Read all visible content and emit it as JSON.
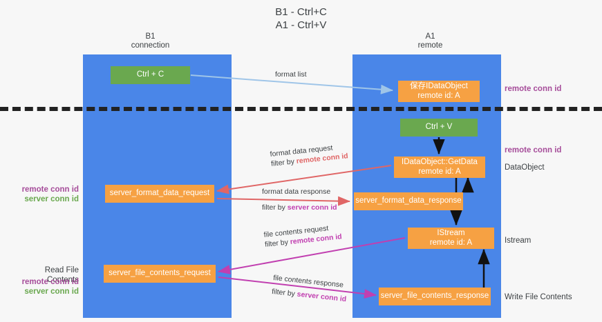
{
  "title": {
    "line1": "B1 - Ctrl+C",
    "line2": "A1 - Ctrl+V"
  },
  "columns": [
    {
      "name": "B1",
      "sub": "connection"
    },
    {
      "name": "A1",
      "sub": "remote"
    }
  ],
  "boxes": {
    "ctrl_c": "Ctrl + C",
    "ctrl_v": "Ctrl + V",
    "save_dataobject_l1": "保存IDataObject",
    "save_dataobject_l2": "remote id: A",
    "getdata_l1": "IDataObject::GetData",
    "getdata_l2": "remote id: A",
    "istream_l1": "IStream",
    "istream_l2": "remote id: A",
    "server_format_data_request": "server_format_data_request",
    "server_format_data_response": "server_format_data_response",
    "server_file_contents_request": "server_file_contents_request",
    "server_file_contents_response": "server_file_contents_response"
  },
  "arrow_labels": {
    "format_list": "format list",
    "format_data_request": "format data request",
    "format_data_request_filter_prefix": "filter by ",
    "format_data_request_filter_key": "remote conn id",
    "format_data_response": "format data response",
    "format_data_response_filter_prefix": "filter by ",
    "format_data_response_filter_key": "server conn id",
    "file_contents_request": "file contents request",
    "file_contents_request_filter_prefix": "filter by ",
    "file_contents_request_filter_key": "remote conn id",
    "file_contents_response": "file contents response",
    "file_contents_response_filter_prefix": "filter by ",
    "file_contents_response_filter_key": "server conn id"
  },
  "right_labels": {
    "remote_conn_id_top": "remote conn id",
    "remote_conn_id_mid": "remote conn id",
    "dataobject": "DataObject",
    "istream": "Istream",
    "write_file_contents": "Write File Contents"
  },
  "left_labels": {
    "remote_conn_id_1": "remote conn id",
    "server_conn_id_1": "server conn id",
    "read_file_contents": "Read File Contents",
    "remote_conn_id_2": "remote conn id",
    "server_conn_id_2": "server conn id"
  },
  "colors": {
    "lane": "#4a86e8",
    "green_box": "#6aa84f",
    "orange_box": "#f6a143",
    "purple_text": "#a64d9a",
    "red_arrow": "#e06666",
    "magenta_arrow": "#c13fb0",
    "light_blue_arrow": "#9fc5e8",
    "background": "#f7f7f7",
    "divider": "#222222"
  }
}
